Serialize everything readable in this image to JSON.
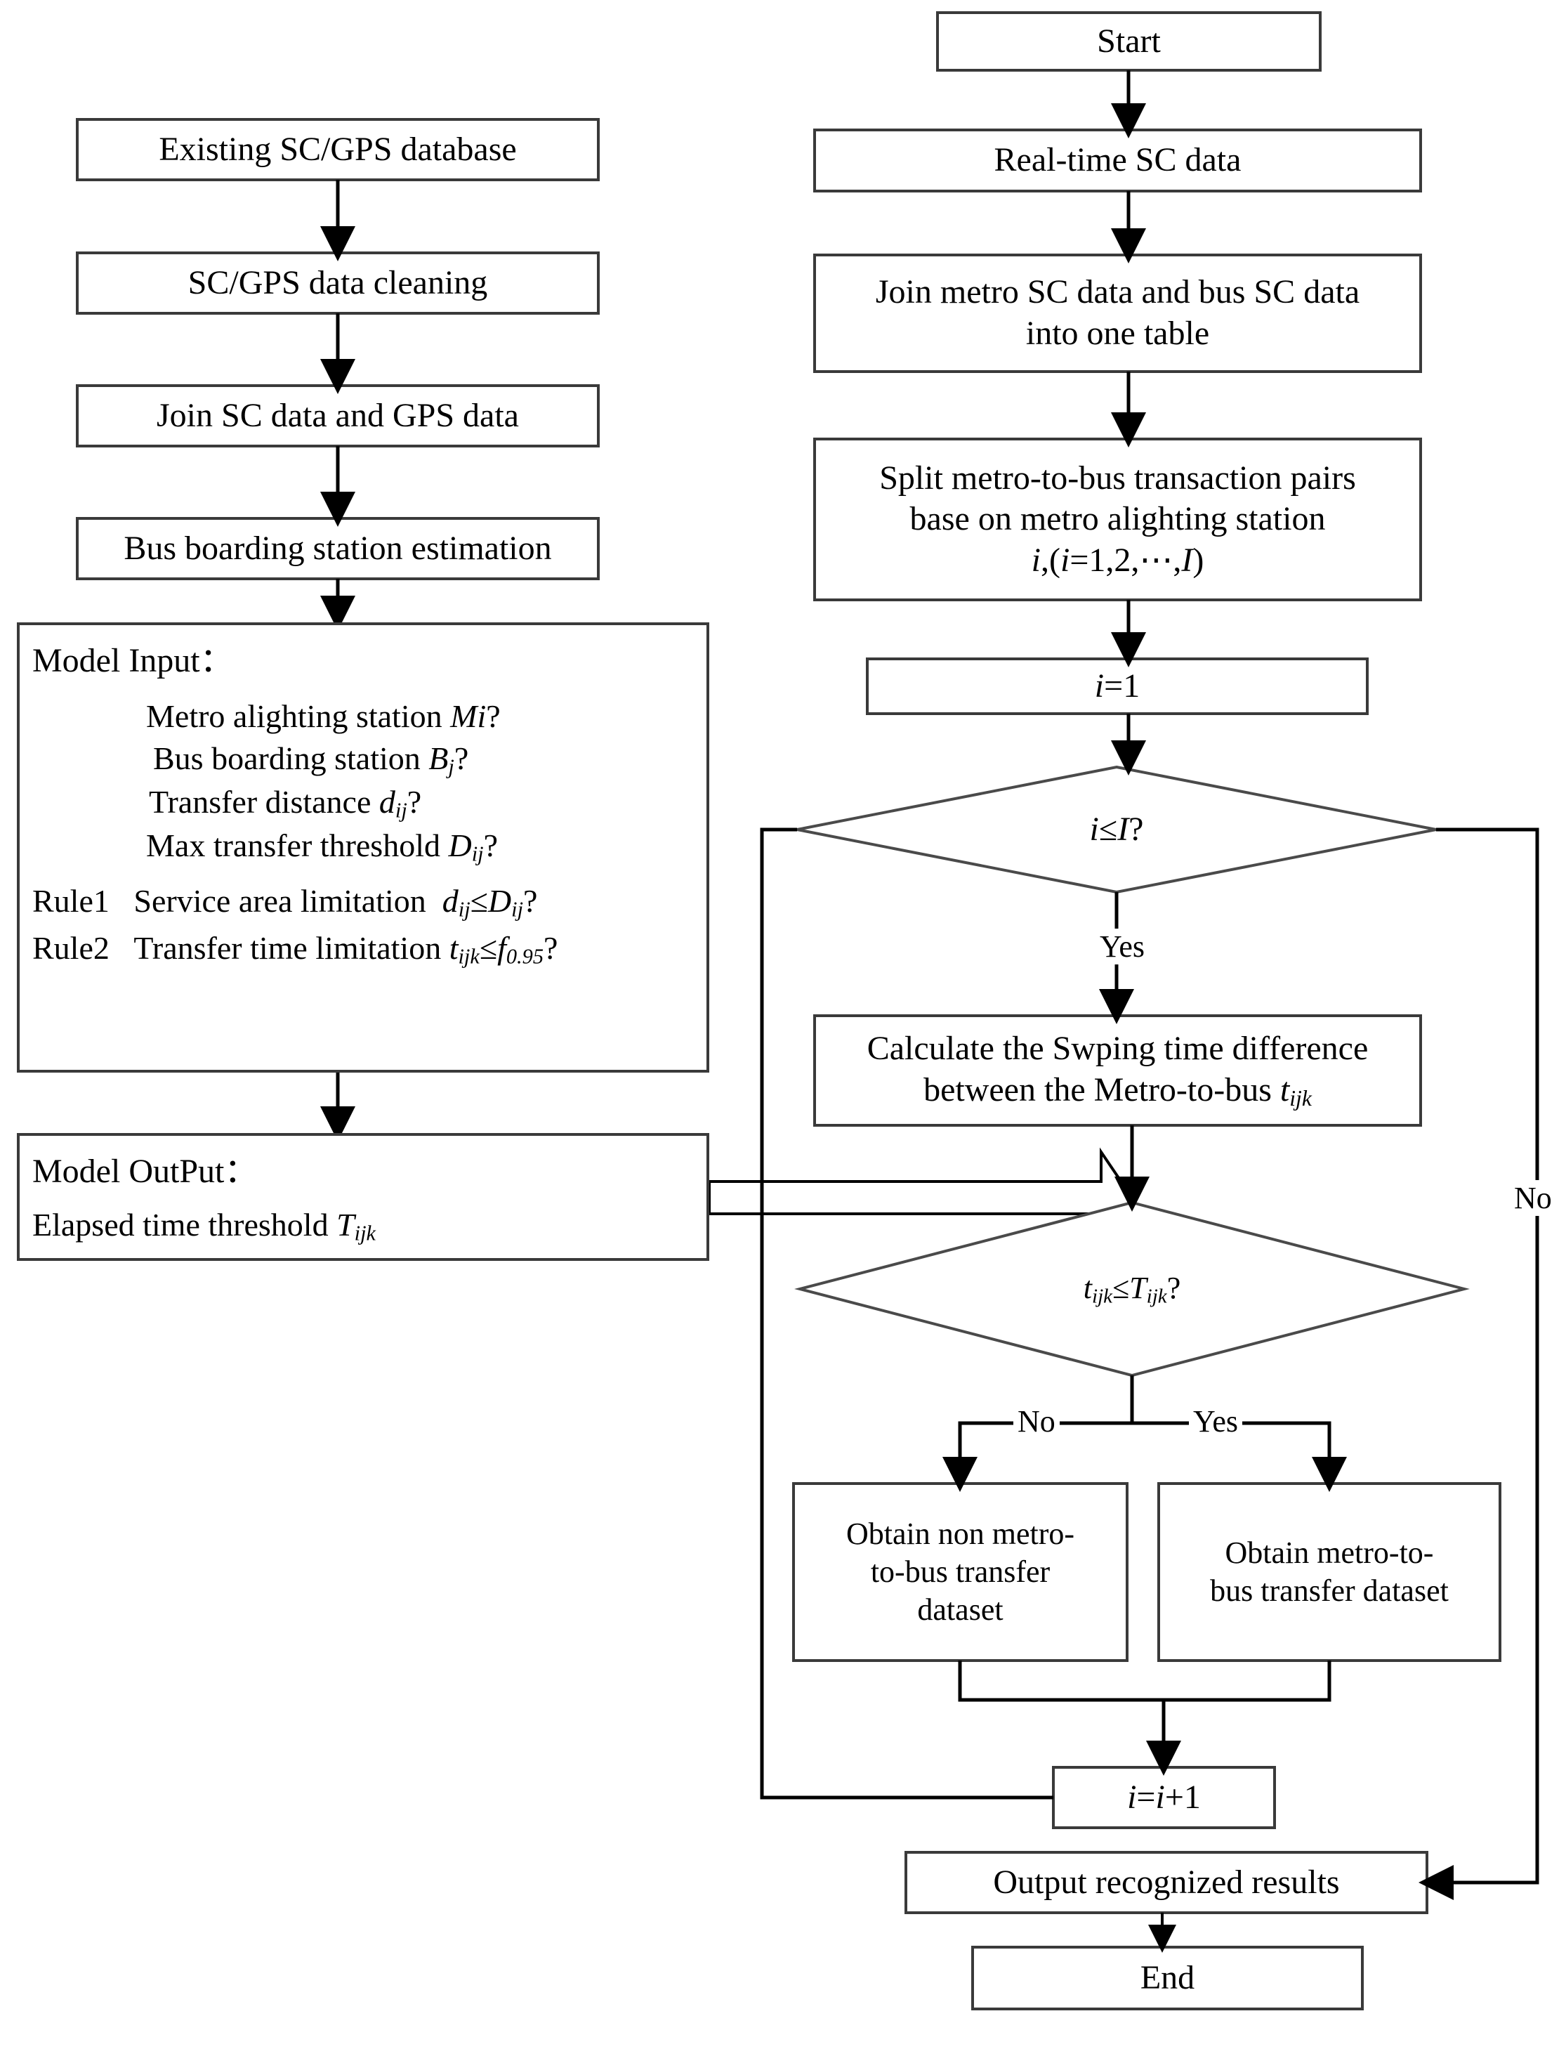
{
  "diagram": {
    "title": "Metro-to-bus transfer recognition flowchart",
    "colors": {
      "stroke": "#3a3a3a",
      "line": "#000000",
      "fill": "#ffffff"
    },
    "left_column": {
      "nodes": [
        {
          "id": "existing-db",
          "label": "Existing SC/GPS database"
        },
        {
          "id": "data-cleaning",
          "label": "SC/GPS data cleaning"
        },
        {
          "id": "join-sc-gps",
          "label": "Join  SC data and GPS data"
        },
        {
          "id": "bus-boarding",
          "label": "Bus boarding station estimation"
        }
      ],
      "model_input": {
        "title": "Model Input：",
        "items": [
          {
            "text": "Metro alighting station ",
            "sym": "Mi",
            "sub": "",
            "tail": "?"
          },
          {
            "text": "Bus boarding station ",
            "sym": "B",
            "sub": "j",
            "tail": "?"
          },
          {
            "text": "Transfer distance ",
            "sym": "d",
            "sub": "ij",
            "tail": "?"
          },
          {
            "text": "Max transfer threshold ",
            "sym": "D",
            "sub": "ij",
            "tail": "?"
          }
        ],
        "rules": [
          {
            "name": "Rule1",
            "text": "Service area limitation",
            "expr_left": "d",
            "expr_left_sub": "ij",
            "op": "≤",
            "expr_right": "D",
            "expr_right_sub": "ij",
            "tail": "?"
          },
          {
            "name": "Rule2",
            "text": "Transfer time limitation",
            "expr_left": "t",
            "expr_left_sub": "ijk",
            "op": "≤",
            "expr_right": "f",
            "expr_right_sub": "0.95",
            "tail": "?"
          }
        ]
      },
      "model_output": {
        "title": "Model OutPut：",
        "body_text": "Elapsed time threshold ",
        "body_sym": "T",
        "body_sub": "ijk"
      }
    },
    "right_column": {
      "start": "Start",
      "realtime": "Real-time SC data",
      "join_table_line1": "Join  metro SC data and bus SC data",
      "join_table_line2": "into one table",
      "split_line1": "Split metro-to-bus transaction pairs",
      "split_line2": "base on metro alighting station",
      "split_line3_pre": "i",
      "split_line3_mid": ",(",
      "split_line3_expr": "i",
      "split_line3_tail": "=1,2,⋯,",
      "split_line3_I": "I",
      "split_line3_end": ")",
      "init_counter_sym": "i",
      "init_counter_rest": "=1",
      "decision1_left": "i",
      "decision1_op": "≤",
      "decision1_right": "I",
      "decision1_tail": "?",
      "calc_line1": "Calculate the Swping time difference",
      "calc_line2_pre": "between the Metro-to-bus ",
      "calc_line2_sym": "t",
      "calc_line2_sub": "ijk",
      "decision2_left": "t",
      "decision2_left_sub": "ijk",
      "decision2_op": "≤",
      "decision2_right": "T",
      "decision2_right_sub": "ijk",
      "decision2_tail": "?",
      "obtain_non_line1": "Obtain non metro-",
      "obtain_non_line2": "to-bus transfer",
      "obtain_non_line3": "dataset",
      "obtain_yes_line1": "Obtain metro-to-",
      "obtain_yes_line2": "bus transfer dataset",
      "increment_sym": "i",
      "increment_rest": "=",
      "increment_sym2": "i",
      "increment_tail": "+1",
      "output_results": "Output recognized results",
      "end": "End",
      "edge_labels": {
        "yes_loop": "Yes",
        "no_loop": "No",
        "no_branch": "No",
        "yes_branch": "Yes"
      }
    }
  }
}
